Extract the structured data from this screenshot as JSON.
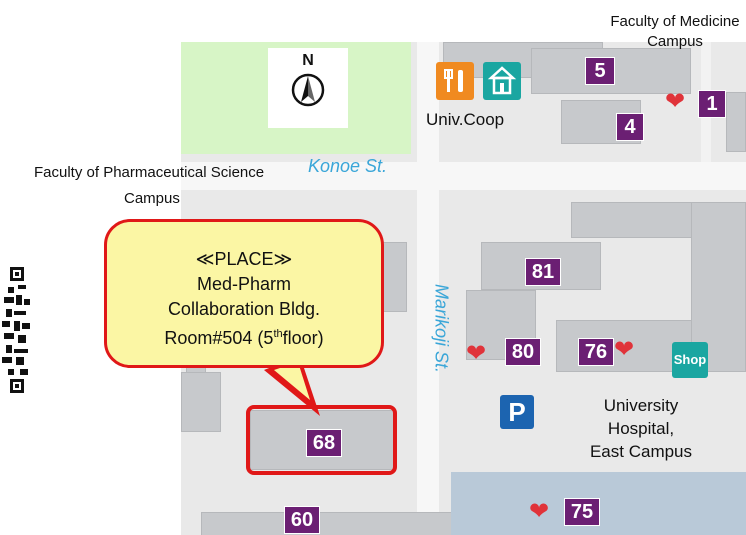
{
  "labels": {
    "medicine_campus": "Faculty of Medicine\nCampus",
    "pharma_campus_line1": "Faculty of Pharmaceutical Science",
    "pharma_campus_line2": "Campus",
    "coop": "Univ.Coop",
    "konoe_st": "Konoe St.",
    "marikoji_st": "Marikoji St.",
    "hospital": "University\nHospital,\nEast Campus",
    "compass_n": "N",
    "parking": "P",
    "shop": "Shop"
  },
  "buildings": {
    "b5": "5",
    "b1": "1",
    "b4": "4",
    "b81": "81",
    "b80": "80",
    "b76": "76",
    "b68": "68",
    "b60": "60",
    "b75": "75"
  },
  "callout": {
    "line1": "≪PLACE≫",
    "line2": "Med-Pharm",
    "line3": "Collaboration Bldg.",
    "line4_prefix": "Room#504 (5",
    "line4_sup": "th",
    "line4_suffix": "floor)"
  },
  "colors": {
    "building_number_bg": "#6b1f73",
    "highlight_red": "#e01818",
    "callout_fill": "#fbf6a4",
    "street_label": "#3aa6d8",
    "park_green": "#d7f5c6",
    "aed_heart": "#e0333a"
  },
  "icons": [
    "restaurant-icon",
    "store-icon",
    "aed-heart-icon",
    "parking-icon",
    "shop-icon",
    "north-arrow-icon",
    "qr-code-icon"
  ]
}
